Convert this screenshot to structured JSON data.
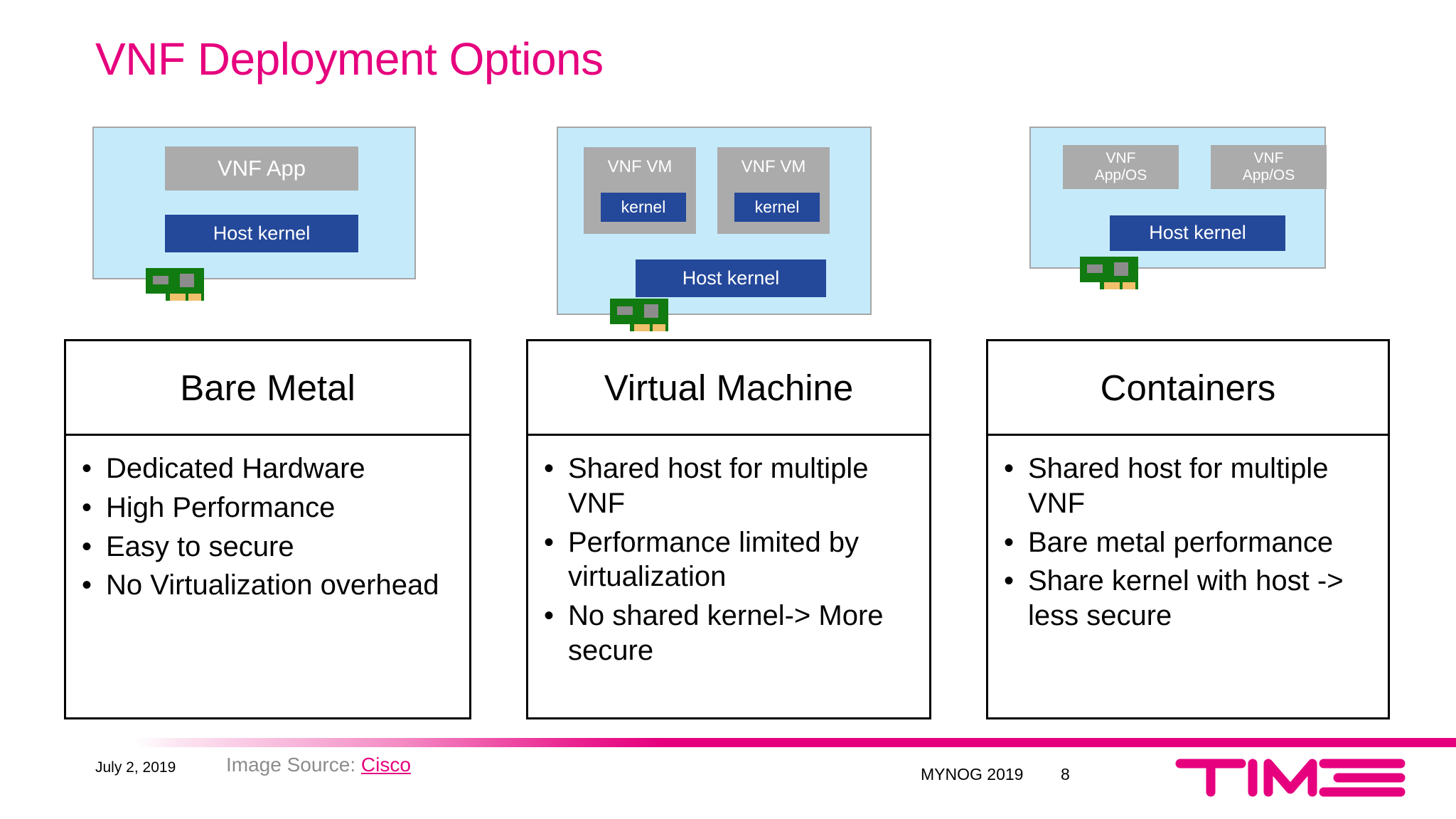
{
  "slide": {
    "title": "VNF Deployment Options",
    "title_color": "#E6007E"
  },
  "palette": {
    "accent": "#E6007E",
    "panel_bg": "#C5EBFB",
    "panel_border": "#A6A6A6",
    "gray_box": "#ABABAB",
    "blue_box": "#24489A",
    "nic_green": "#117A11",
    "nic_gold": "#F2C06B"
  },
  "diagrams": [
    {
      "name": "bare-metal",
      "blocks": [
        {
          "label": "VNF App",
          "style": "gray"
        },
        {
          "label": "Host kernel",
          "style": "blue"
        }
      ],
      "nic_icon": "network-interface-card-icon"
    },
    {
      "name": "virtual-machine",
      "vms": [
        {
          "label": "VNF VM",
          "kernel_label": "kernel"
        },
        {
          "label": "VNF VM",
          "kernel_label": "kernel"
        }
      ],
      "host_kernel_label": "Host kernel",
      "nic_icon": "network-interface-card-icon"
    },
    {
      "name": "containers",
      "apps": [
        {
          "line1": "VNF",
          "line2": "App/OS"
        },
        {
          "line1": "VNF",
          "line2": "App/OS"
        }
      ],
      "host_kernel_label": "Host kernel",
      "nic_icon": "network-interface-card-icon"
    }
  ],
  "cards": [
    {
      "title": "Bare Metal",
      "bullets": [
        "Dedicated Hardware",
        "High Performance",
        "Easy to secure",
        "No Virtualization overhead"
      ]
    },
    {
      "title": "Virtual Machine",
      "bullets": [
        "Shared host for multiple VNF",
        "Performance limited by virtualization",
        "No shared kernel-> More secure"
      ]
    },
    {
      "title": "Containers",
      "bullets": [
        "Shared host for multiple VNF",
        "Bare metal performance",
        "Share kernel with host -> less secure"
      ]
    }
  ],
  "footer": {
    "date": "July 2, 2019",
    "image_source_label": "Image Source:",
    "image_source_link": "Cisco",
    "event": "MYNOG 2019",
    "page_number": "8",
    "brand": "TIME"
  }
}
